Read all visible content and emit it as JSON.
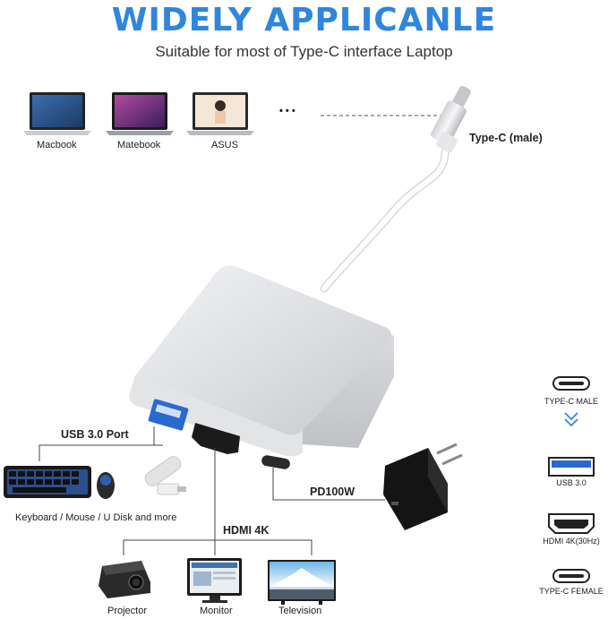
{
  "header": {
    "title": "WIDELY APPLICANLE",
    "subtitle": "Suitable for most of Type-C interface Laptop"
  },
  "laptops": [
    "Macbook",
    "Matebook",
    "ASUS"
  ],
  "ellipsis": "• • •",
  "callouts": {
    "typec_male": "Type-C (male)",
    "usb_port": "USB 3.0 Port",
    "hdmi": "HDMI 4K",
    "pd": "PD100W"
  },
  "usb_devices_caption": "Keyboard / Mouse / U Disk and more",
  "displays": [
    "Projector",
    "Monitor",
    "Television"
  ],
  "legend": {
    "typec_male": "TYPE-C MALE",
    "usb": "USB 3.0",
    "hdmi": "HDMI 4K(30Hz)",
    "typec_female": "TYPE-C FEMALE"
  },
  "colors": {
    "accent": "#2f86dd",
    "usb_blue": "#2a6ad0",
    "legend_arrow": "#4a8ee6"
  }
}
